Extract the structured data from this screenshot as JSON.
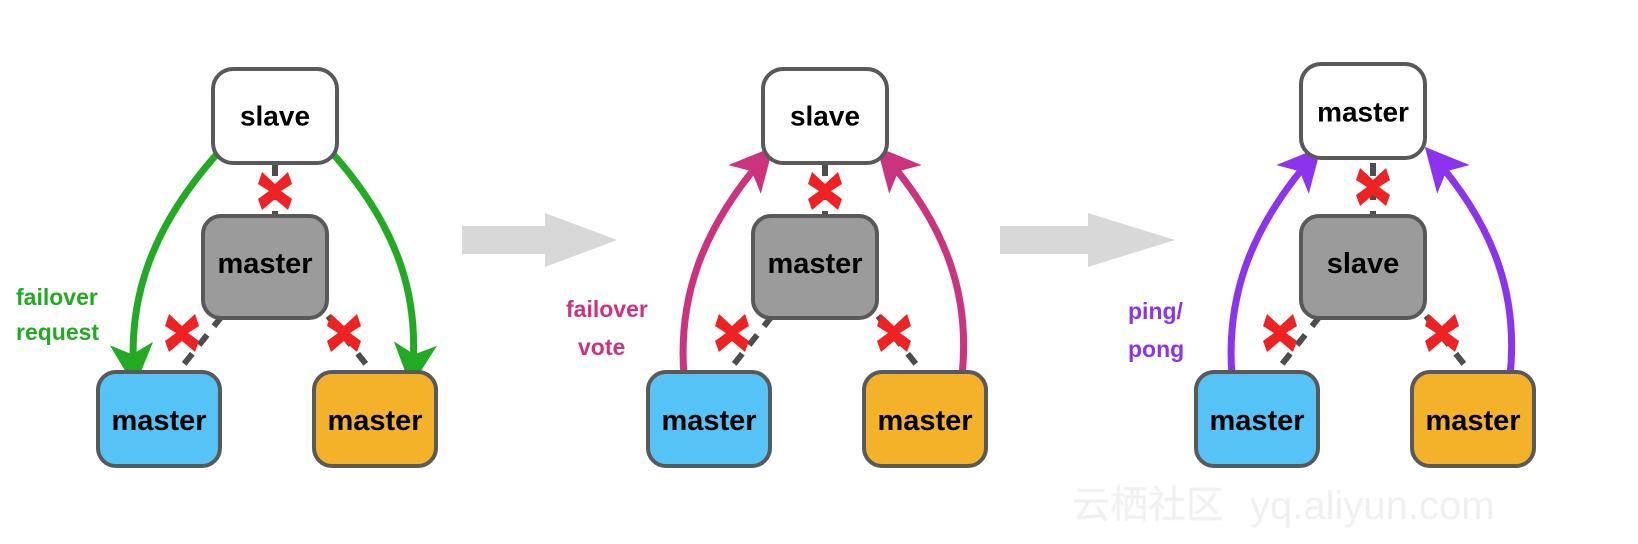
{
  "diagram": {
    "title": "redis-cluster-failover-sequence",
    "background": "#ffffff",
    "colors": {
      "box_white_fill": "#ffffff",
      "box_gray_fill": "#9b9b9b",
      "box_blue_fill": "#55c3f5",
      "box_orange_fill": "#f3b229",
      "box_stroke": "#595959",
      "dashed_link": "#4d4d4d",
      "cross": "#ee2222",
      "step_arrow": "#d8d8d8",
      "green": "#22aa22",
      "pink": "#cc337f",
      "purple": "#8c33ee"
    },
    "panels": [
      {
        "id": "panel-1",
        "nodes": {
          "top": "slave",
          "middle": "master",
          "bottom_left": "master",
          "bottom_right": "master"
        },
        "edge_label_lines": [
          "failover",
          "request"
        ],
        "edge_color": "#22aa22",
        "edge_direction": "down",
        "arrowheads": "end",
        "broken_links": 3
      },
      {
        "id": "panel-2",
        "nodes": {
          "top": "slave",
          "middle": "master",
          "bottom_left": "master",
          "bottom_right": "master"
        },
        "edge_label_lines": [
          "failover",
          "vote"
        ],
        "edge_color": "#cc337f",
        "edge_direction": "up",
        "arrowheads": "start",
        "broken_links": 3
      },
      {
        "id": "panel-3",
        "nodes": {
          "top": "master",
          "middle": "slave",
          "bottom_left": "master",
          "bottom_right": "master"
        },
        "edge_label_lines": [
          "ping/",
          "pong"
        ],
        "edge_color": "#8c33ee",
        "edge_direction": "both",
        "arrowheads": "both",
        "broken_links": 3
      }
    ],
    "step_arrows": [
      {
        "id": "step-arrow-1",
        "from_panel": "panel-1",
        "to_panel": "panel-2"
      },
      {
        "id": "step-arrow-2",
        "from_panel": "panel-2",
        "to_panel": "panel-3"
      }
    ],
    "watermark": {
      "chinese": "云栖社区",
      "url": "yq.aliyun.com"
    }
  }
}
